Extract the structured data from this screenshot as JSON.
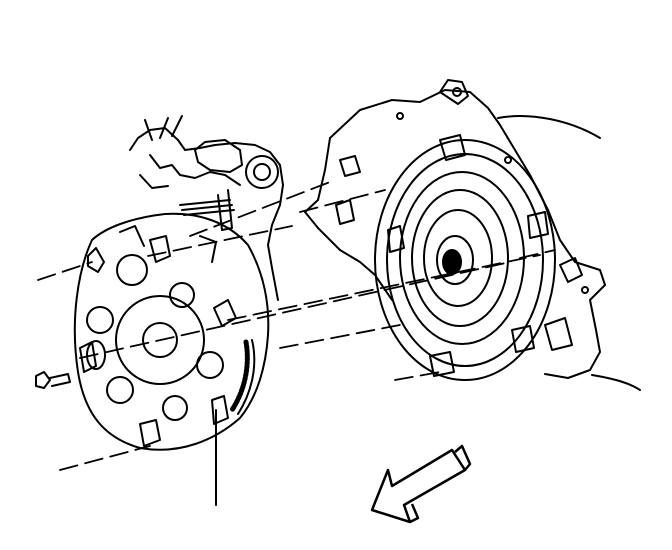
{
  "diagram": {
    "kind": "exploded-view line drawing",
    "parts": [
      {
        "id": "flexplate",
        "label": ""
      },
      {
        "id": "torque-converter",
        "label": ""
      },
      {
        "id": "transmission-housing",
        "label": ""
      },
      {
        "id": "engine-block-rear",
        "label": ""
      },
      {
        "id": "bolt",
        "label": ""
      }
    ],
    "arrow": {
      "direction": "down-left",
      "icon": "front-direction-arrow-icon"
    },
    "colors": {
      "line": "#000000",
      "background": "#ffffff"
    }
  }
}
